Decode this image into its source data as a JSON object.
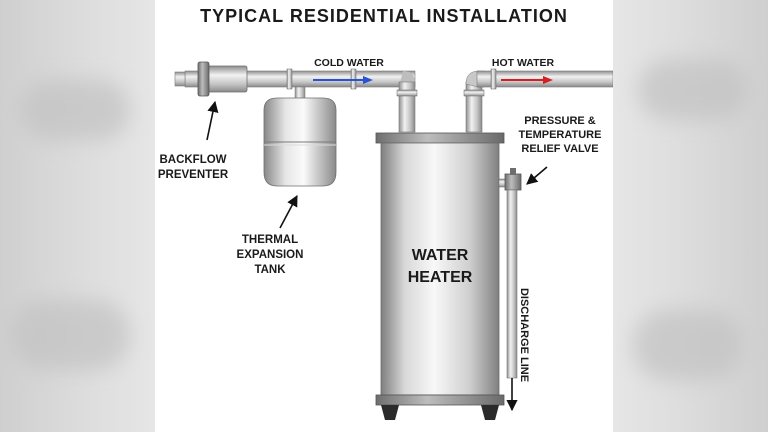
{
  "title": "TYPICAL RESIDENTIAL INSTALLATION",
  "labels": {
    "cold_water": "COLD WATER",
    "hot_water": "HOT WATER",
    "backflow_line1": "BACKFLOW",
    "backflow_line2": "PREVENTER",
    "tank_line1": "THERMAL",
    "tank_line2": "EXPANSION",
    "tank_line3": "TANK",
    "heater_line1": "WATER",
    "heater_line2": "HEATER",
    "relief_line1": "PRESSURE &",
    "relief_line2": "TEMPERATURE",
    "relief_line3": "RELIEF VALVE",
    "discharge": "DISCHARGE LINE"
  },
  "colors": {
    "cold_arrow": "#2a52d4",
    "hot_arrow": "#d42020",
    "label_text": "#1a1a1a"
  }
}
